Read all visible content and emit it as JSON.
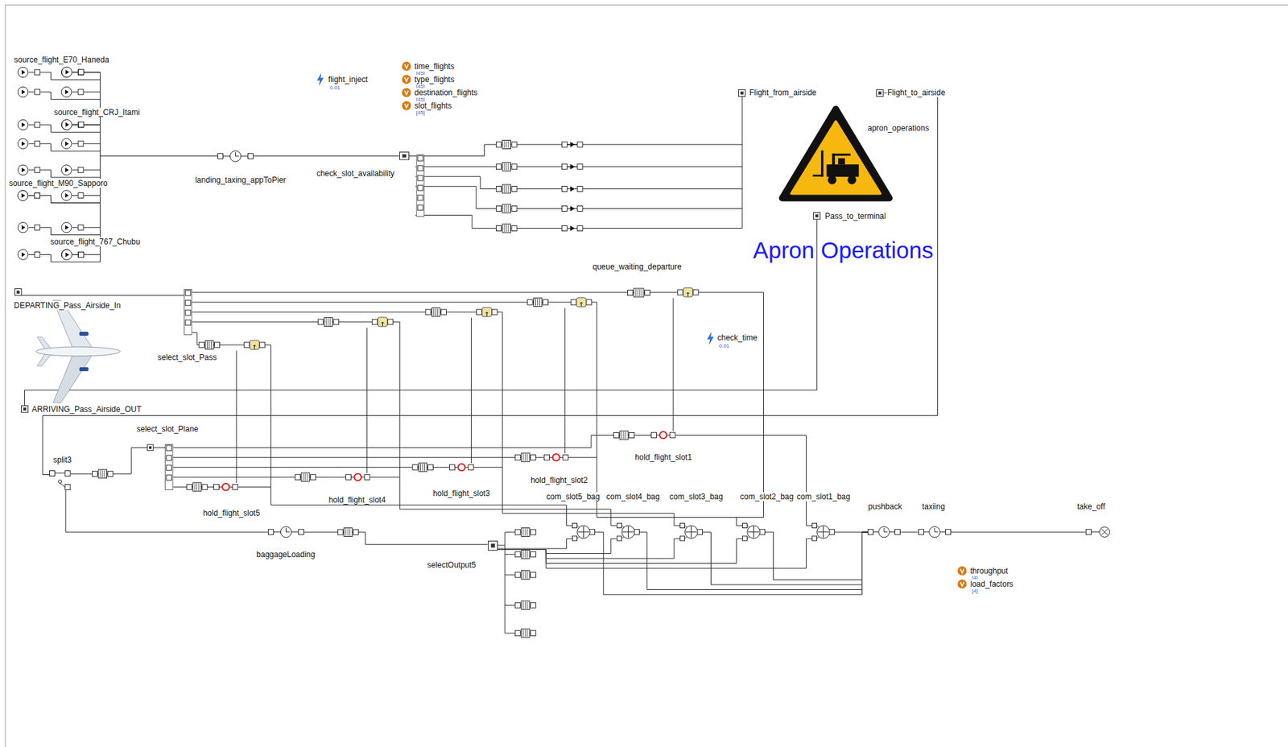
{
  "diagram": {
    "nodes": [
      {
        "text": [
          "source_flight_E70_Haneda"
        ]
      },
      {
        "text": [
          "source_flight_CRJ_Itami"
        ]
      },
      {
        "text": [
          "source_flight_M90_Sapporo"
        ]
      },
      {
        "text": [
          "source_flight_767_Chubu"
        ]
      },
      {
        "text": [
          "flight_inject",
          "0.01"
        ]
      },
      {
        "text": [
          "time_flights",
          "[45]"
        ]
      },
      {
        "text": [
          "type_flights",
          "[45]"
        ]
      },
      {
        "text": [
          "destination_flights",
          "[45]"
        ]
      },
      {
        "text": [
          "slot_flights",
          "[45]"
        ]
      },
      {
        "text": [
          "landing_taxing_appToPier"
        ]
      },
      {
        "text": [
          "check_slot_availability"
        ]
      },
      {
        "text": [
          "Flight_from_airside"
        ]
      },
      {
        "text": [
          "Flight_to_airside"
        ]
      },
      {
        "text": [
          "apron_operations"
        ]
      },
      {
        "text": [
          "Pass_to_terminal"
        ]
      },
      {
        "text": [
          "queue_waiting_departure"
        ]
      },
      {
        "text": [
          "DEPARTING_Pass_Airside_In"
        ]
      },
      {
        "text": [
          "check_time",
          "0.01"
        ]
      },
      {
        "text": [
          "select_slot_Pass"
        ]
      },
      {
        "text": [
          "ARRIVING_Pass_Airside_OUT"
        ]
      },
      {
        "text": [
          "select_slot_Plane"
        ]
      },
      {
        "text": [
          "split3"
        ]
      },
      {
        "text": [
          "hold_flight_slot1"
        ]
      },
      {
        "text": [
          "hold_flight_slot2"
        ]
      },
      {
        "text": [
          "hold_flight_slot3"
        ]
      },
      {
        "text": [
          "hold_flight_slot4"
        ]
      },
      {
        "text": [
          "hold_flight_slot5"
        ]
      },
      {
        "text": [
          "com_slot5_bag"
        ]
      },
      {
        "text": [
          "com_slot4_bag"
        ]
      },
      {
        "text": [
          "com_slot3_bag"
        ]
      },
      {
        "text": [
          "com_slot2_bag"
        ]
      },
      {
        "text": [
          "com_slot1_bag"
        ]
      },
      {
        "text": [
          "pushback"
        ]
      },
      {
        "text": [
          "taxiing"
        ]
      },
      {
        "text": [
          "take_off"
        ]
      },
      {
        "text": [
          "baggageLoading"
        ]
      },
      {
        "text": [
          "selectOutput5"
        ]
      },
      {
        "text": [
          "throughput",
          "[4]"
        ]
      },
      {
        "text": [
          "load_factors",
          "[4]"
        ]
      }
    ],
    "edges": [
      {
        "from": 0,
        "to": 9,
        "arrow": "none"
      },
      {
        "from": 1,
        "to": 9,
        "arrow": "none"
      },
      {
        "from": 2,
        "to": 9,
        "arrow": "none"
      },
      {
        "from": 3,
        "to": 9,
        "arrow": "none"
      },
      {
        "from": 9,
        "to": 10,
        "arrow": "none"
      },
      {
        "from": 10,
        "to": 11,
        "arrow": "none"
      },
      {
        "from": 16,
        "to": 18,
        "arrow": "none"
      },
      {
        "from": 18,
        "to": 15,
        "arrow": "none"
      },
      {
        "from": 14,
        "to": 19,
        "arrow": "none"
      },
      {
        "from": 12,
        "to": 21,
        "arrow": "none"
      },
      {
        "from": 21,
        "to": 20,
        "arrow": "none"
      },
      {
        "from": 21,
        "to": 35,
        "arrow": "none"
      },
      {
        "from": 35,
        "to": 36,
        "arrow": "none"
      },
      {
        "from": 20,
        "to": 26,
        "arrow": "none"
      },
      {
        "from": 20,
        "to": 25,
        "arrow": "none"
      },
      {
        "from": 20,
        "to": 24,
        "arrow": "none"
      },
      {
        "from": 20,
        "to": 23,
        "arrow": "none"
      },
      {
        "from": 20,
        "to": 22,
        "arrow": "none"
      },
      {
        "from": 26,
        "to": 27,
        "arrow": "none"
      },
      {
        "from": 25,
        "to": 28,
        "arrow": "none"
      },
      {
        "from": 24,
        "to": 29,
        "arrow": "none"
      },
      {
        "from": 23,
        "to": 30,
        "arrow": "none"
      },
      {
        "from": 22,
        "to": 31,
        "arrow": "none"
      },
      {
        "from": 36,
        "to": 27,
        "arrow": "none"
      },
      {
        "from": 36,
        "to": 28,
        "arrow": "none"
      },
      {
        "from": 36,
        "to": 29,
        "arrow": "none"
      },
      {
        "from": 36,
        "to": 30,
        "arrow": "none"
      },
      {
        "from": 36,
        "to": 31,
        "arrow": "none"
      },
      {
        "from": 27,
        "to": 32,
        "arrow": "none"
      },
      {
        "from": 28,
        "to": 32,
        "arrow": "none"
      },
      {
        "from": 29,
        "to": 32,
        "arrow": "none"
      },
      {
        "from": 30,
        "to": 32,
        "arrow": "none"
      },
      {
        "from": 31,
        "to": 32,
        "arrow": "none"
      },
      {
        "from": 32,
        "to": 33,
        "arrow": "none"
      },
      {
        "from": 33,
        "to": 34,
        "arrow": "none"
      }
    ],
    "labels": [
      "Apron Operations"
    ]
  }
}
